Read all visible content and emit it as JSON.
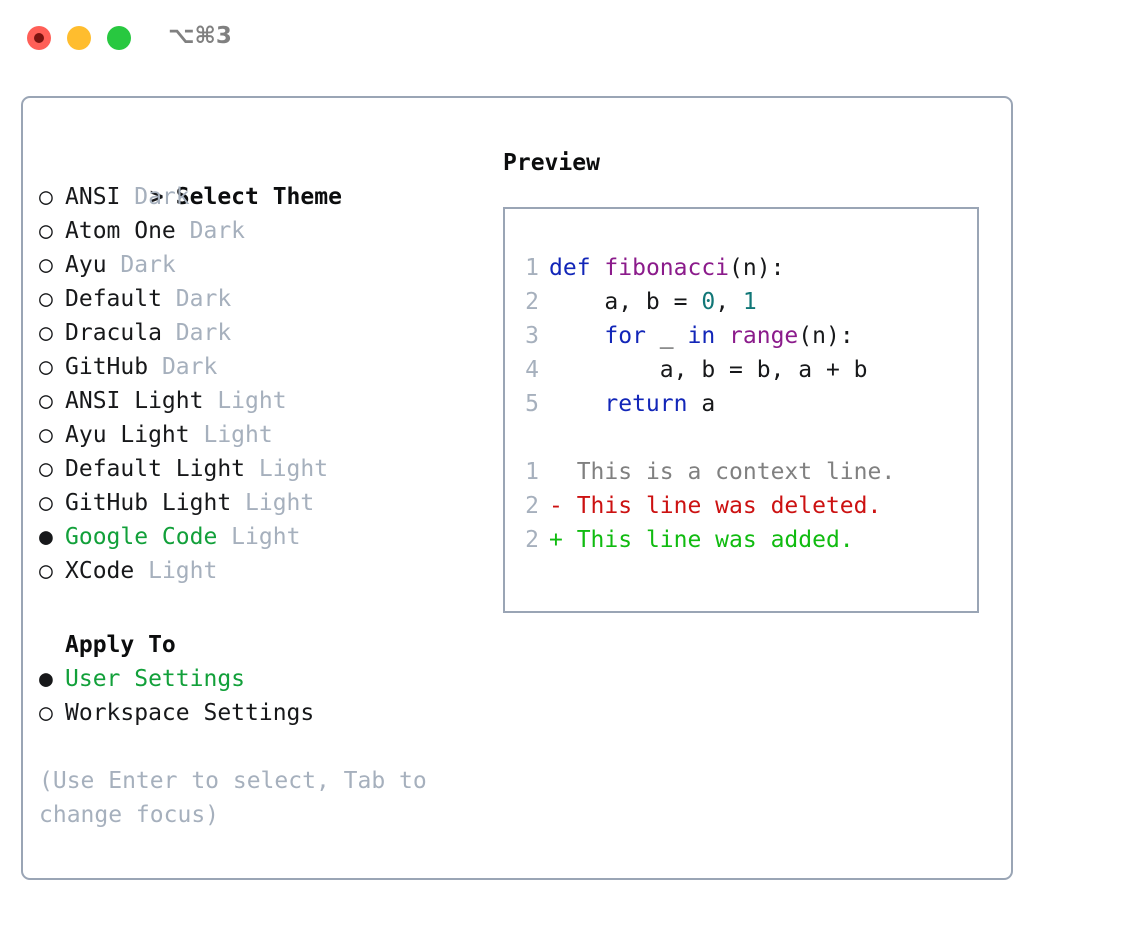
{
  "window": {
    "title_shortcut": "⌥⌘3",
    "traffic_lights": [
      "close",
      "minimize",
      "maximize"
    ]
  },
  "theme_picker": {
    "header_prefix": ">",
    "header_label": "Select Theme",
    "selected_marker": "●",
    "unselected_marker": "○",
    "accent_color": "#12a03a",
    "badge_color": "#a6b0bd",
    "items": [
      {
        "name": "ANSI",
        "badge": "Dark",
        "selected": false
      },
      {
        "name": "Atom One",
        "badge": "Dark",
        "selected": false
      },
      {
        "name": "Ayu",
        "badge": "Dark",
        "selected": false
      },
      {
        "name": "Default",
        "badge": "Dark",
        "selected": false
      },
      {
        "name": "Dracula",
        "badge": "Dark",
        "selected": false
      },
      {
        "name": "GitHub",
        "badge": "Dark",
        "selected": false
      },
      {
        "name": "ANSI Light",
        "badge": "Light",
        "selected": false
      },
      {
        "name": "Ayu Light",
        "badge": "Light",
        "selected": false
      },
      {
        "name": "Default Light",
        "badge": "Light",
        "selected": false
      },
      {
        "name": "GitHub Light",
        "badge": "Light",
        "selected": false
      },
      {
        "name": "Google Code",
        "badge": "Light",
        "selected": true
      },
      {
        "name": "XCode",
        "badge": "Light",
        "selected": false
      }
    ]
  },
  "apply_to": {
    "header_label": "Apply To",
    "items": [
      {
        "name": "User Settings",
        "selected": true
      },
      {
        "name": "Workspace Settings",
        "selected": false
      }
    ]
  },
  "hint": {
    "text": "(Use Enter to select, Tab to change focus)"
  },
  "preview": {
    "title": "Preview",
    "code_lines": [
      {
        "num": "1",
        "tokens": [
          {
            "t": "def",
            "c": "kw"
          },
          {
            "t": " ",
            "c": "plain"
          },
          {
            "t": "fibonacci",
            "c": "fn"
          },
          {
            "t": "(n):",
            "c": "punct"
          }
        ]
      },
      {
        "num": "2",
        "tokens": [
          {
            "t": "    a, b = ",
            "c": "plain"
          },
          {
            "t": "0",
            "c": "num"
          },
          {
            "t": ", ",
            "c": "plain"
          },
          {
            "t": "1",
            "c": "num"
          }
        ]
      },
      {
        "num": "3",
        "tokens": [
          {
            "t": "    ",
            "c": "plain"
          },
          {
            "t": "for",
            "c": "kw"
          },
          {
            "t": " _ ",
            "c": "plain"
          },
          {
            "t": "in",
            "c": "kw"
          },
          {
            "t": " ",
            "c": "plain"
          },
          {
            "t": "range",
            "c": "fn"
          },
          {
            "t": "(n):",
            "c": "punct"
          }
        ]
      },
      {
        "num": "4",
        "tokens": [
          {
            "t": "        a, b = b, a + b",
            "c": "plain"
          }
        ]
      },
      {
        "num": "5",
        "tokens": [
          {
            "t": "    ",
            "c": "plain"
          },
          {
            "t": "return",
            "c": "kw"
          },
          {
            "t": " a",
            "c": "plain"
          }
        ]
      }
    ],
    "diff_lines": [
      {
        "num": "1",
        "marker": " ",
        "text": "This is a context line.",
        "kind": "diff-ctx"
      },
      {
        "num": "2",
        "marker": "-",
        "text": "This line was deleted.",
        "kind": "diff-del"
      },
      {
        "num": "2",
        "marker": "+",
        "text": "This line was added.",
        "kind": "diff-add"
      }
    ],
    "colors": {
      "keyword": "#1226b8",
      "function": "#8b1b8b",
      "number": "#117777",
      "text": "#17181a",
      "line_number": "#a6b0bd",
      "diff_context": "#808080",
      "diff_deleted": "#cc1111",
      "diff_added": "#10bb10",
      "border": "#9aa5b5"
    }
  }
}
